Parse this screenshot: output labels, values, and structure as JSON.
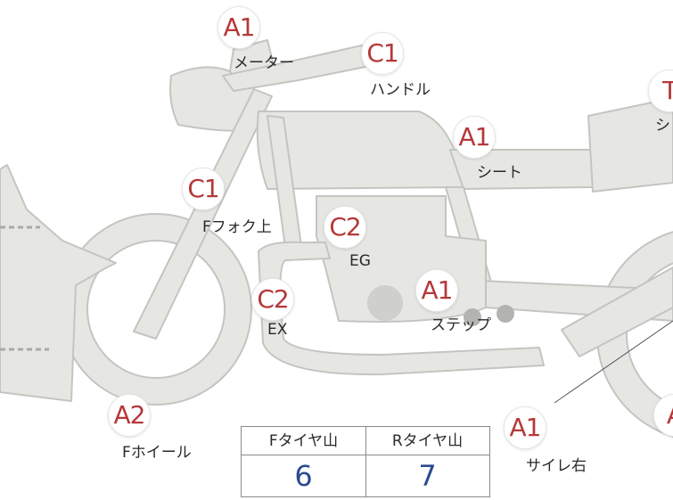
{
  "parts": [
    {
      "id": "meter",
      "grade": "A1",
      "label": "メーター"
    },
    {
      "id": "handle",
      "grade": "C1",
      "label": "ハンドル"
    },
    {
      "id": "seat",
      "grade": "A1",
      "label": "シート"
    },
    {
      "id": "fork-upper",
      "grade": "C1",
      "label": "Fフォク上"
    },
    {
      "id": "engine",
      "grade": "C2",
      "label": "EG"
    },
    {
      "id": "exhaust",
      "grade": "C2",
      "label": "EX"
    },
    {
      "id": "step",
      "grade": "A1",
      "label": "ステップ"
    },
    {
      "id": "front-wheel",
      "grade": "A2",
      "label": "Fホイール"
    },
    {
      "id": "silencer-right",
      "grade": "A1",
      "label": "サイレ右"
    },
    {
      "id": "tank-cut",
      "grade": "T",
      "label": "シ"
    },
    {
      "id": "rear-cut",
      "grade": "A",
      "label": ""
    }
  ],
  "tire_table": {
    "front_header": "Fタイヤ山",
    "rear_header": "Rタイヤ山",
    "front_value": "6",
    "rear_value": "7"
  },
  "colors": {
    "body_fill": "#e6e7e3",
    "body_stroke": "#c4c5c1",
    "grade_text": "#b5383a",
    "value_text": "#2a4c8f"
  }
}
